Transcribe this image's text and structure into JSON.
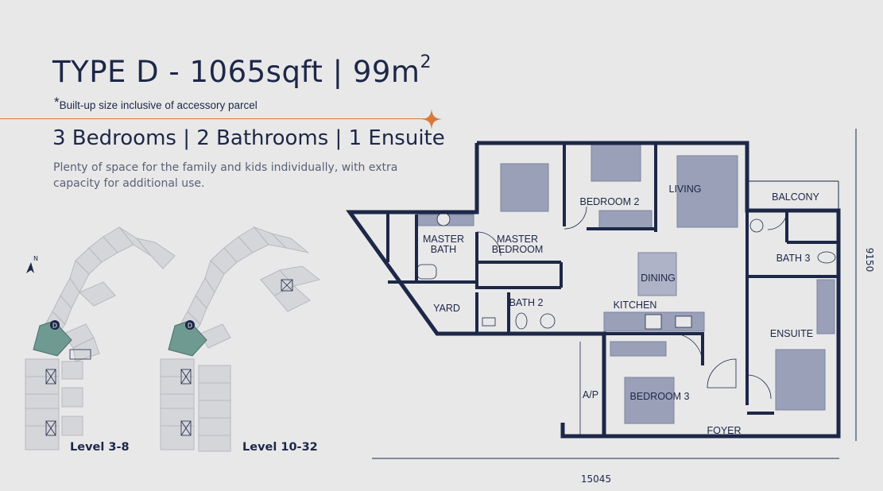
{
  "header": {
    "title": "TYPE D - 1065sqft  |  99m",
    "title_sup": "2",
    "note_mark": "*",
    "note": "Built-up size inclusive of accessory parcel",
    "subtitle": "3 Bedrooms  |  2 Bathrooms  |  1 Ensuite",
    "description": "Plenty of space for the family and kids individually, with extra capacity for additional use."
  },
  "rooms": {
    "master_bath_1": "MASTER",
    "master_bath_2": "BATH",
    "master_bed_1": "MASTER",
    "master_bed_2": "BEDROOM",
    "bedroom2": "BEDROOM 2",
    "living": "LIVING",
    "balcony": "BALCONY",
    "bath3": "BATH 3",
    "dining": "DINING",
    "kitchen": "KITCHEN",
    "yard": "YARD",
    "bath2": "BATH 2",
    "ensuite": "ENSUITE",
    "ap": "A/P",
    "bedroom3": "BEDROOM 3",
    "foyer": "FOYER"
  },
  "dimensions": {
    "width": "15045",
    "depth": "9150"
  },
  "keyplans": {
    "left_label": "Level 3-8",
    "right_label": "Level 10-32",
    "unit_marker": "D",
    "north_marker": "N"
  },
  "colors": {
    "navy": "#1d2747",
    "accent_orange": "#d8793b",
    "furniture": "#9aa0b8",
    "highlight_unit": "#6f9a92",
    "background": "#e8e8e9"
  }
}
